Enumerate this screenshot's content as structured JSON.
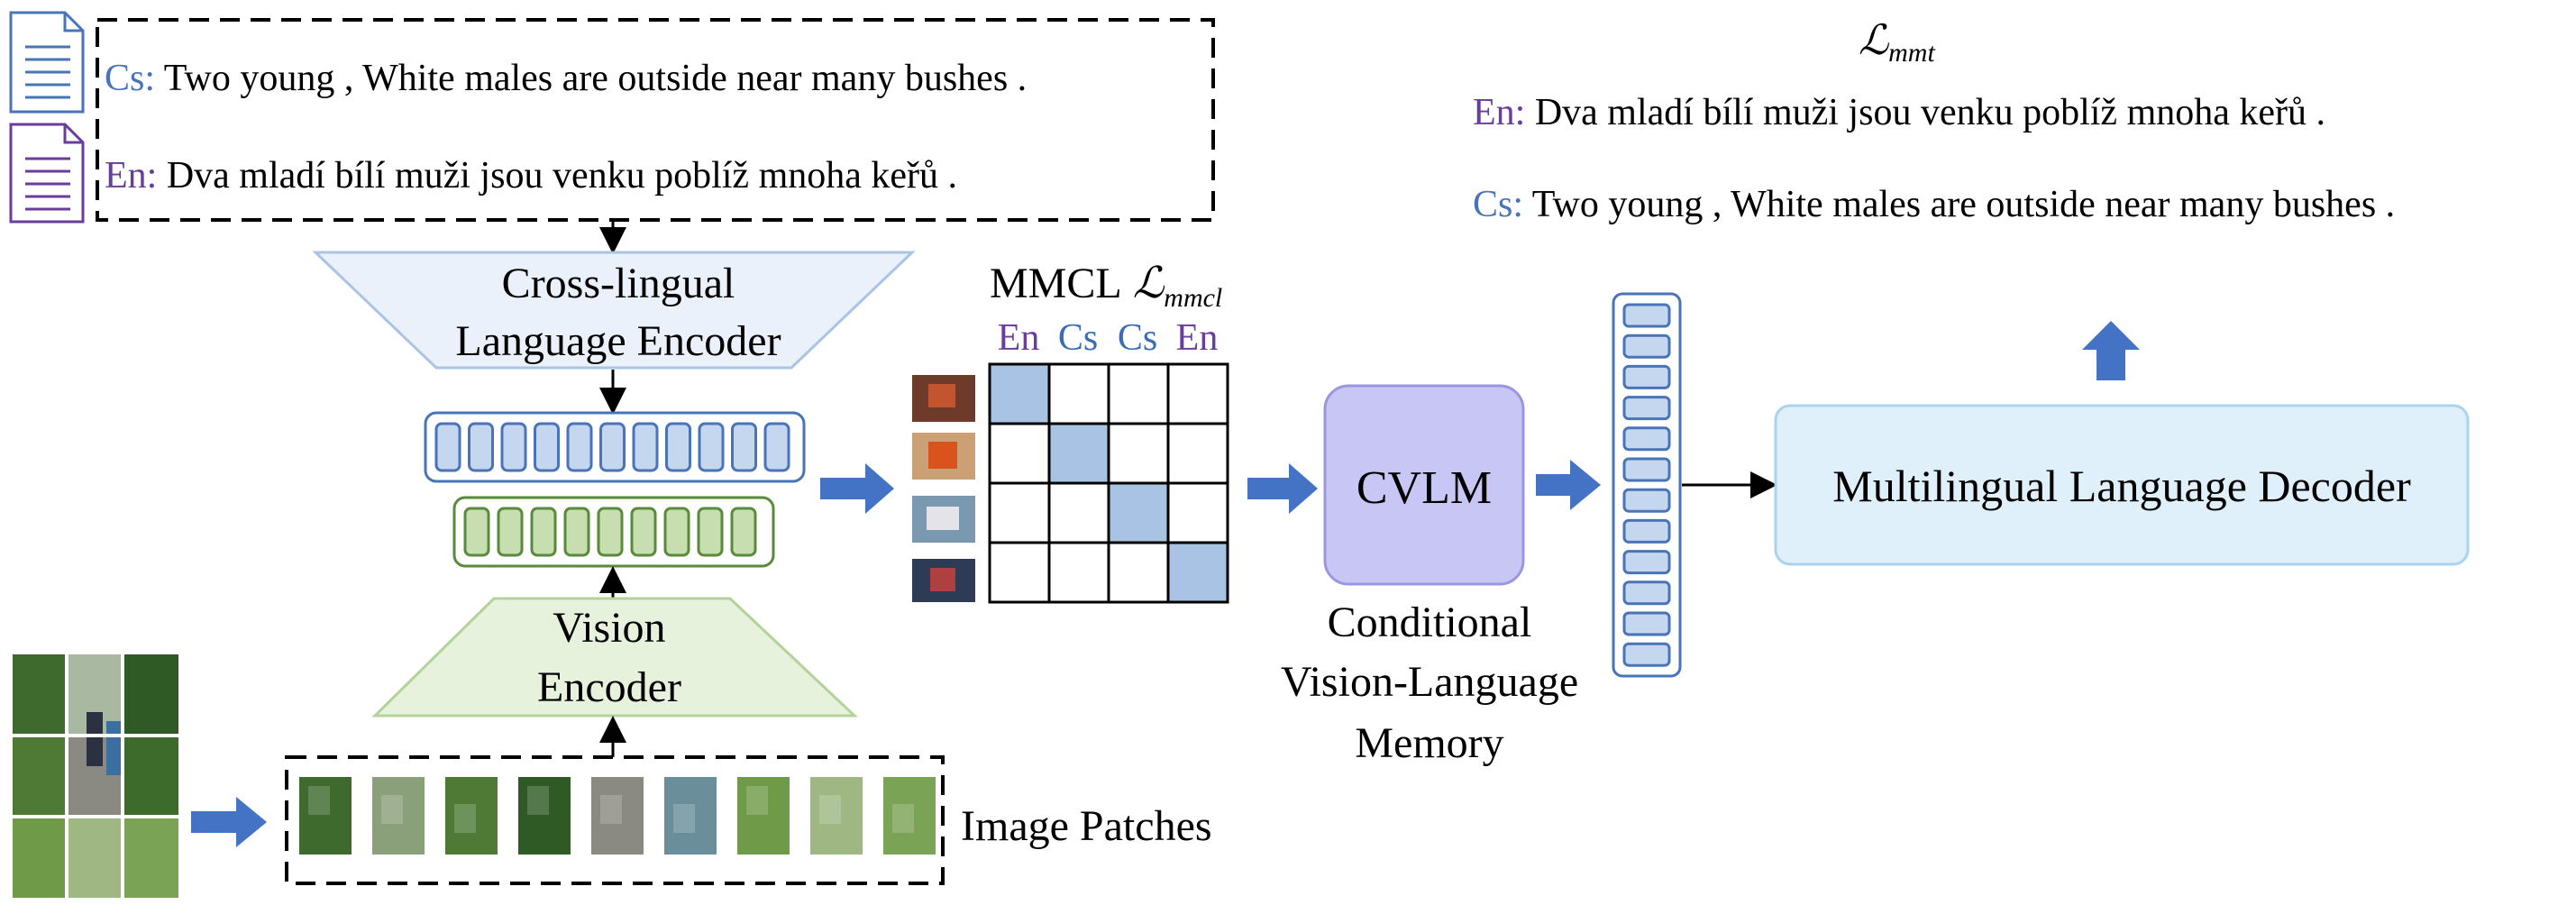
{
  "texts": {
    "cs_label": "Cs:",
    "cs_sentence": " Two young , White males are outside near many bushes .",
    "en_label": "En:",
    "en_sentence": " Dva mladí bílí muži jsou venku poblíž mnoha keřů .",
    "encoder_line1": "Cross-lingual",
    "encoder_line2": "Language Encoder",
    "vision_line1": "Vision",
    "vision_line2": "Encoder",
    "mmcl_label": "MMCL",
    "mmcl_loss_symbol": "ℒ",
    "mmcl_loss_sub": "mmcl",
    "cvlm_label": "CVLM",
    "memory_line1": "Conditional",
    "memory_line2": "Vision-Language",
    "memory_line3": "Memory",
    "decoder_label": "Multilingual Language Decoder",
    "patches_label": "Image Patches",
    "mmt_loss_symbol": "ℒ",
    "mmt_loss_sub": "mmt",
    "out_en_label": "En:",
    "out_en_sentence": " Dva mladí bílí muži jsou venku poblíž mnoha keřů .",
    "out_cs_label": "Cs:",
    "out_cs_sentence": " Two young , White males are outside near many bushes ."
  },
  "matrix_headers": [
    {
      "label": "En",
      "color": "#6a3d9a"
    },
    {
      "label": "Cs",
      "color": "#3b6db5"
    },
    {
      "label": "Cs",
      "color": "#3b6db5"
    },
    {
      "label": "En",
      "color": "#6a3d9a"
    }
  ],
  "colors": {
    "cs_blue": "#4a74b8",
    "en_purple": "#6a3d9a",
    "arrow_blue": "#4472c4",
    "token_blue_fill": "#c5d7ef",
    "token_blue_stroke": "#4a74b8",
    "token_green_fill": "#c6deb0",
    "token_green_stroke": "#5a8a3c",
    "encoder_fill": "#eaf1fa",
    "vision_fill": "#e6f2dc",
    "cvlm_fill": "#c8c6f5",
    "decoder_fill": "#dff0fb",
    "matrix_diag": "#a8c3e4"
  }
}
